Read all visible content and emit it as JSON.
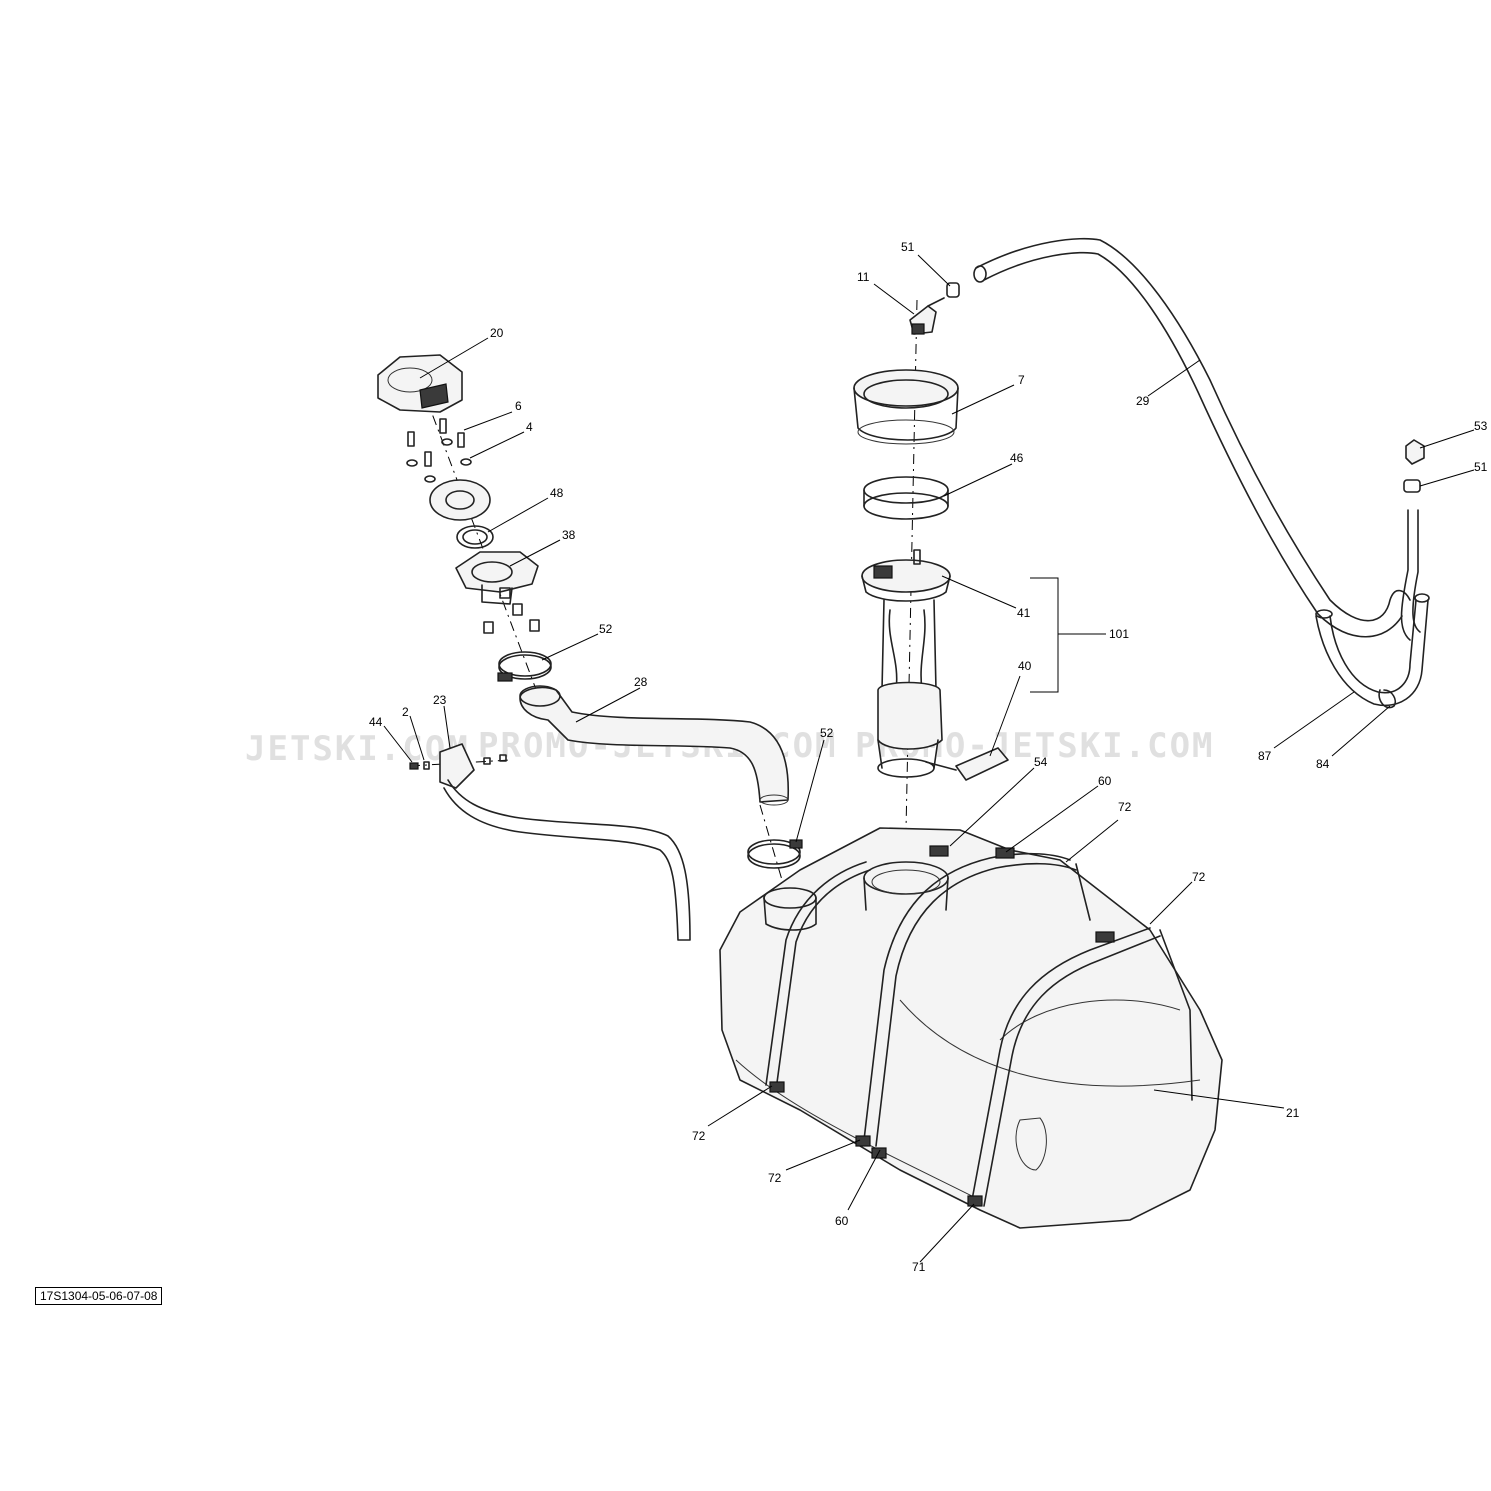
{
  "watermark": {
    "segments": [
      "JETSKI.COM",
      "PROMO-JETSKI.COM",
      "PROMO-JETSKI.COM"
    ]
  },
  "reference_code": "17S1304-05-06-07-08",
  "callouts": {
    "c51a": "51",
    "c11": "11",
    "c20": "20",
    "c6": "6",
    "c4": "4",
    "c48": "48",
    "c38": "38",
    "c52a": "52",
    "c28": "28",
    "c44": "44",
    "c2": "2",
    "c23": "23",
    "c52b": "52",
    "c7": "7",
    "c46": "46",
    "c41": "41",
    "c40": "40",
    "c101": "101",
    "c29": "29",
    "c53": "53",
    "c51b": "51",
    "c87": "87",
    "c84": "84",
    "c54": "54",
    "c60a": "60",
    "c72a": "72",
    "c72b": "72",
    "c72c": "72",
    "c72d": "72",
    "c21": "21",
    "c60b": "60",
    "c71": "71"
  }
}
